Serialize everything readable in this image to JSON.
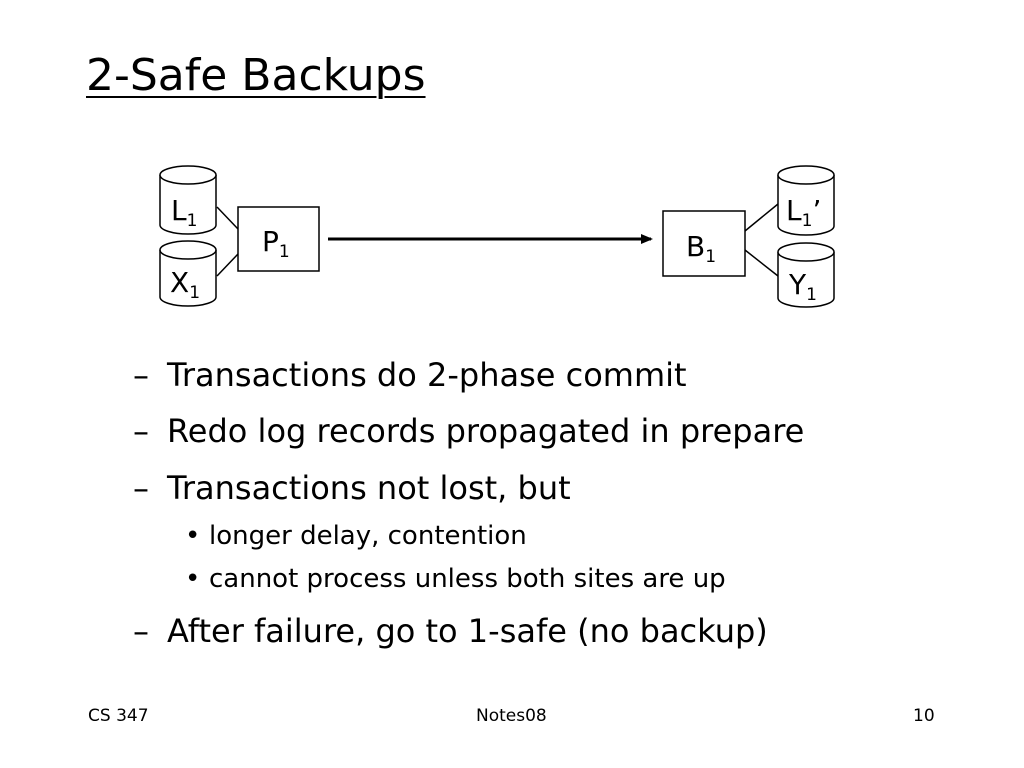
{
  "slide": {
    "title": "2-Safe Backups",
    "diagram": {
      "primary": {
        "letter": "P",
        "sub": "1"
      },
      "backup": {
        "letter": "B",
        "sub": "1"
      },
      "primary_disks": [
        {
          "letter": "L",
          "sub": "1",
          "suffix": ""
        },
        {
          "letter": "X",
          "sub": "1",
          "suffix": ""
        }
      ],
      "backup_disks": [
        {
          "letter": "L",
          "sub": "1",
          "suffix": "’"
        },
        {
          "letter": "Y",
          "sub": "1",
          "suffix": ""
        }
      ]
    },
    "bullets": [
      {
        "level": 1,
        "marker": "–",
        "text": "Transactions do 2-phase commit"
      },
      {
        "level": 1,
        "marker": "–",
        "text": "Redo log records propagated in prepare"
      },
      {
        "level": 1,
        "marker": "–",
        "text": "Transactions not lost, but"
      },
      {
        "level": 2,
        "marker": "•",
        "text": "longer delay, contention"
      },
      {
        "level": 2,
        "marker": "•",
        "text": "cannot process unless both sites are up"
      },
      {
        "level": 1,
        "marker": "–",
        "text": "After failure, go to 1-safe (no backup)"
      }
    ],
    "footer": {
      "left": "CS 347",
      "center": "Notes08",
      "right": "10"
    }
  }
}
